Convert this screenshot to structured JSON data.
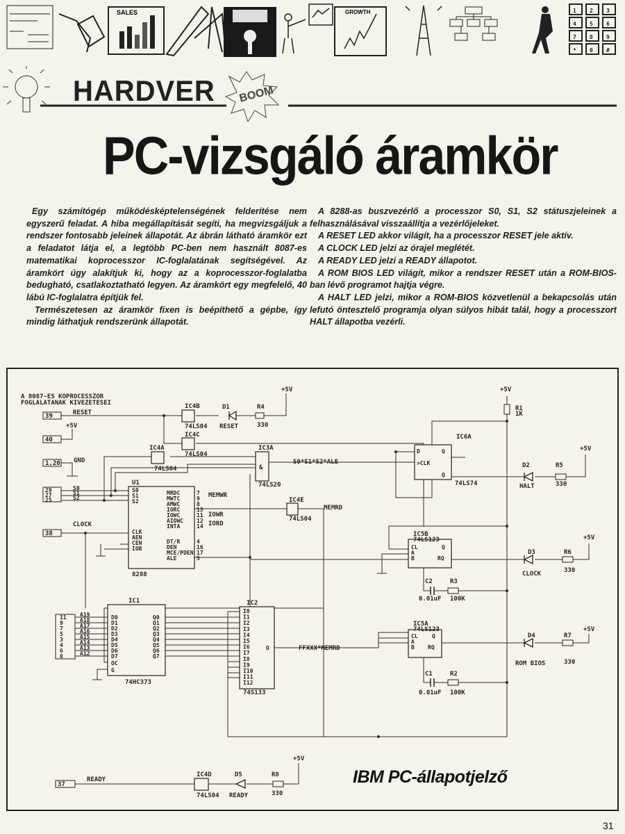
{
  "banner": {
    "sales_label": "SALES",
    "growth_label": "GROWTH",
    "keypad": [
      "1",
      "2",
      "3",
      "4",
      "5",
      "6",
      "7",
      "8",
      "9",
      "*",
      "0",
      "#"
    ]
  },
  "section": {
    "label": "HARDVER",
    "boom_label": "BOOM"
  },
  "article": {
    "title": "PC-vizsgáló áramkör",
    "left_column": [
      "Egy számítógép működésképtelenségének felderítése nem egyszerű feladat. A hiba megállapítását segíti, ha megvizsgáljuk a rendszer fontosabb jeleinek állapotát. Az ábrán látható áramkör ezt a feladatot látja el, a legtöbb PC-ben nem használt 8087-es matematikai koprocesszor IC-foglalatának segítségével. Az áramkört úgy alakítjuk ki, hogy az a koprocesszor-foglalatba bedugható, csatlakoztatható legyen. Az áramkört egy megfelelő, 40 lábú IC-foglalatra építjük fel.",
      "Természetesen az áramkör fixen is beépíthető a gépbe, így mindig láthatjuk rendszerünk állapotát."
    ],
    "right_column": [
      "A 8288-as buszvezérlő a processzor S0, S1, S2 státuszjeleinek a felhasználásával visszaállítja a vezérlőjeleket.",
      "A RESET LED akkor világít, ha a processzor RESET jele aktív.",
      "A CLOCK LED jelzi az órajel meglétét.",
      "A READY LED jelzi a READY állapotot.",
      "A ROM BIOS LED világít, mikor a rendszer RESET után a ROM-BIOS-ban lévő programot hajtja végre.",
      "A HALT LED jelzi, mikor a ROM-BIOS közvetlenül a bekapcsolás után lefutó öntesztelő programja olyan súlyos hibát talál, hogy a processzort HALT állapotba vezérli."
    ]
  },
  "schematic": {
    "heading1": "A 8087-ES KOPROCESSZOR",
    "heading2": "FOGLALATANAK KIVEZETESEI",
    "pins": {
      "reset": "39",
      "vcc": "40",
      "gnd": "1,20",
      "s0": "29",
      "s1": "27",
      "s2": "25",
      "clock": "38",
      "ready": "37",
      "addr": [
        "11",
        "9",
        "7",
        "5",
        "3",
        "4",
        "6",
        "8"
      ]
    },
    "signals": {
      "reset": "RESET",
      "vcc": "+5V",
      "gnd": "GND",
      "s0": "S0",
      "s1": "S1",
      "s2": "S2",
      "clock": "CLOCK",
      "ready": "READY",
      "memwr": "MEMWR",
      "iowr": "IOWR",
      "iord": "IORD",
      "memrd": "MEMRD",
      "status_and": "S0*S1*S2*ALE",
      "ffxxx": "FFXXX*MEMRD",
      "addr": [
        "A19",
        "A18",
        "A17",
        "A16",
        "A15",
        "A14",
        "A13",
        "A12"
      ]
    },
    "u1": {
      "name": "U1",
      "part": "8288",
      "left": [
        "S0",
        "S1",
        "S2",
        "CLK",
        "AEN",
        "CEN",
        "IOB"
      ],
      "right": [
        "MRDC",
        "MWTC",
        "AMWC",
        "IORC",
        "IOWC",
        "AIOWC",
        "INTA",
        "DT/R",
        "DEN",
        "MCE/PDEN",
        "ALE"
      ],
      "right_pins": [
        "7",
        "9",
        "8",
        "13",
        "11",
        "12",
        "14",
        "4",
        "16",
        "17",
        "5"
      ]
    },
    "ic4b": {
      "name": "IC4B",
      "part": "74LS04"
    },
    "ic4c": {
      "name": "IC4C",
      "part": "74LS04"
    },
    "ic4a": {
      "name": "IC4A",
      "part": "74LS04"
    },
    "ic4e": {
      "name": "IC4E",
      "part": "74LS04"
    },
    "ic4d": {
      "name": "IC4D",
      "part": "74LS04"
    },
    "ic3a": {
      "name": "IC3A",
      "part": "74LS20",
      "sym": "&"
    },
    "ic6a": {
      "name": "IC6A",
      "part": "74LS74"
    },
    "ic5b": {
      "name": "IC5B",
      "part": "74LS123"
    },
    "ic5a": {
      "name": "IC5A",
      "part": "74LS123"
    },
    "ic1": {
      "name": "IC1",
      "part": "74HC373",
      "inputs": [
        "D0",
        "D1",
        "D2",
        "D3",
        "D4",
        "D5",
        "D6",
        "D7"
      ],
      "outputs": [
        "Q0",
        "Q1",
        "Q2",
        "Q3",
        "Q4",
        "Q5",
        "Q6",
        "Q7"
      ],
      "oc": "OC",
      "g": "G"
    },
    "ic2": {
      "name": "IC2",
      "part": "74S133",
      "inputs": [
        "I0",
        "I1",
        "I2",
        "I3",
        "I4",
        "I5",
        "I6",
        "I7",
        "I8",
        "I9",
        "I10",
        "I11",
        "I12"
      ],
      "out": "O"
    },
    "leds": {
      "d1": "D1",
      "d1_label": "RESET",
      "d2": "D2",
      "d2_label": "HALT",
      "d3": "D3",
      "d3_label": "CLOCK",
      "d4": "D4",
      "d4_label": "ROM BIOS",
      "d5": "D5",
      "d5_label": "READY"
    },
    "resistors": {
      "r1": "R1",
      "r1_val": "1K",
      "r2": "R2",
      "r3": "R3",
      "r4": "R4",
      "r5": "R5",
      "r6": "R6",
      "r7": "R7",
      "r8": "R8",
      "ohm330": "330",
      "k100": "100K"
    },
    "caps": {
      "c1": "C1",
      "c2": "C2",
      "val": "0.01uF"
    },
    "caption": "IBM PC-állapotjelző"
  },
  "page_number": "31"
}
